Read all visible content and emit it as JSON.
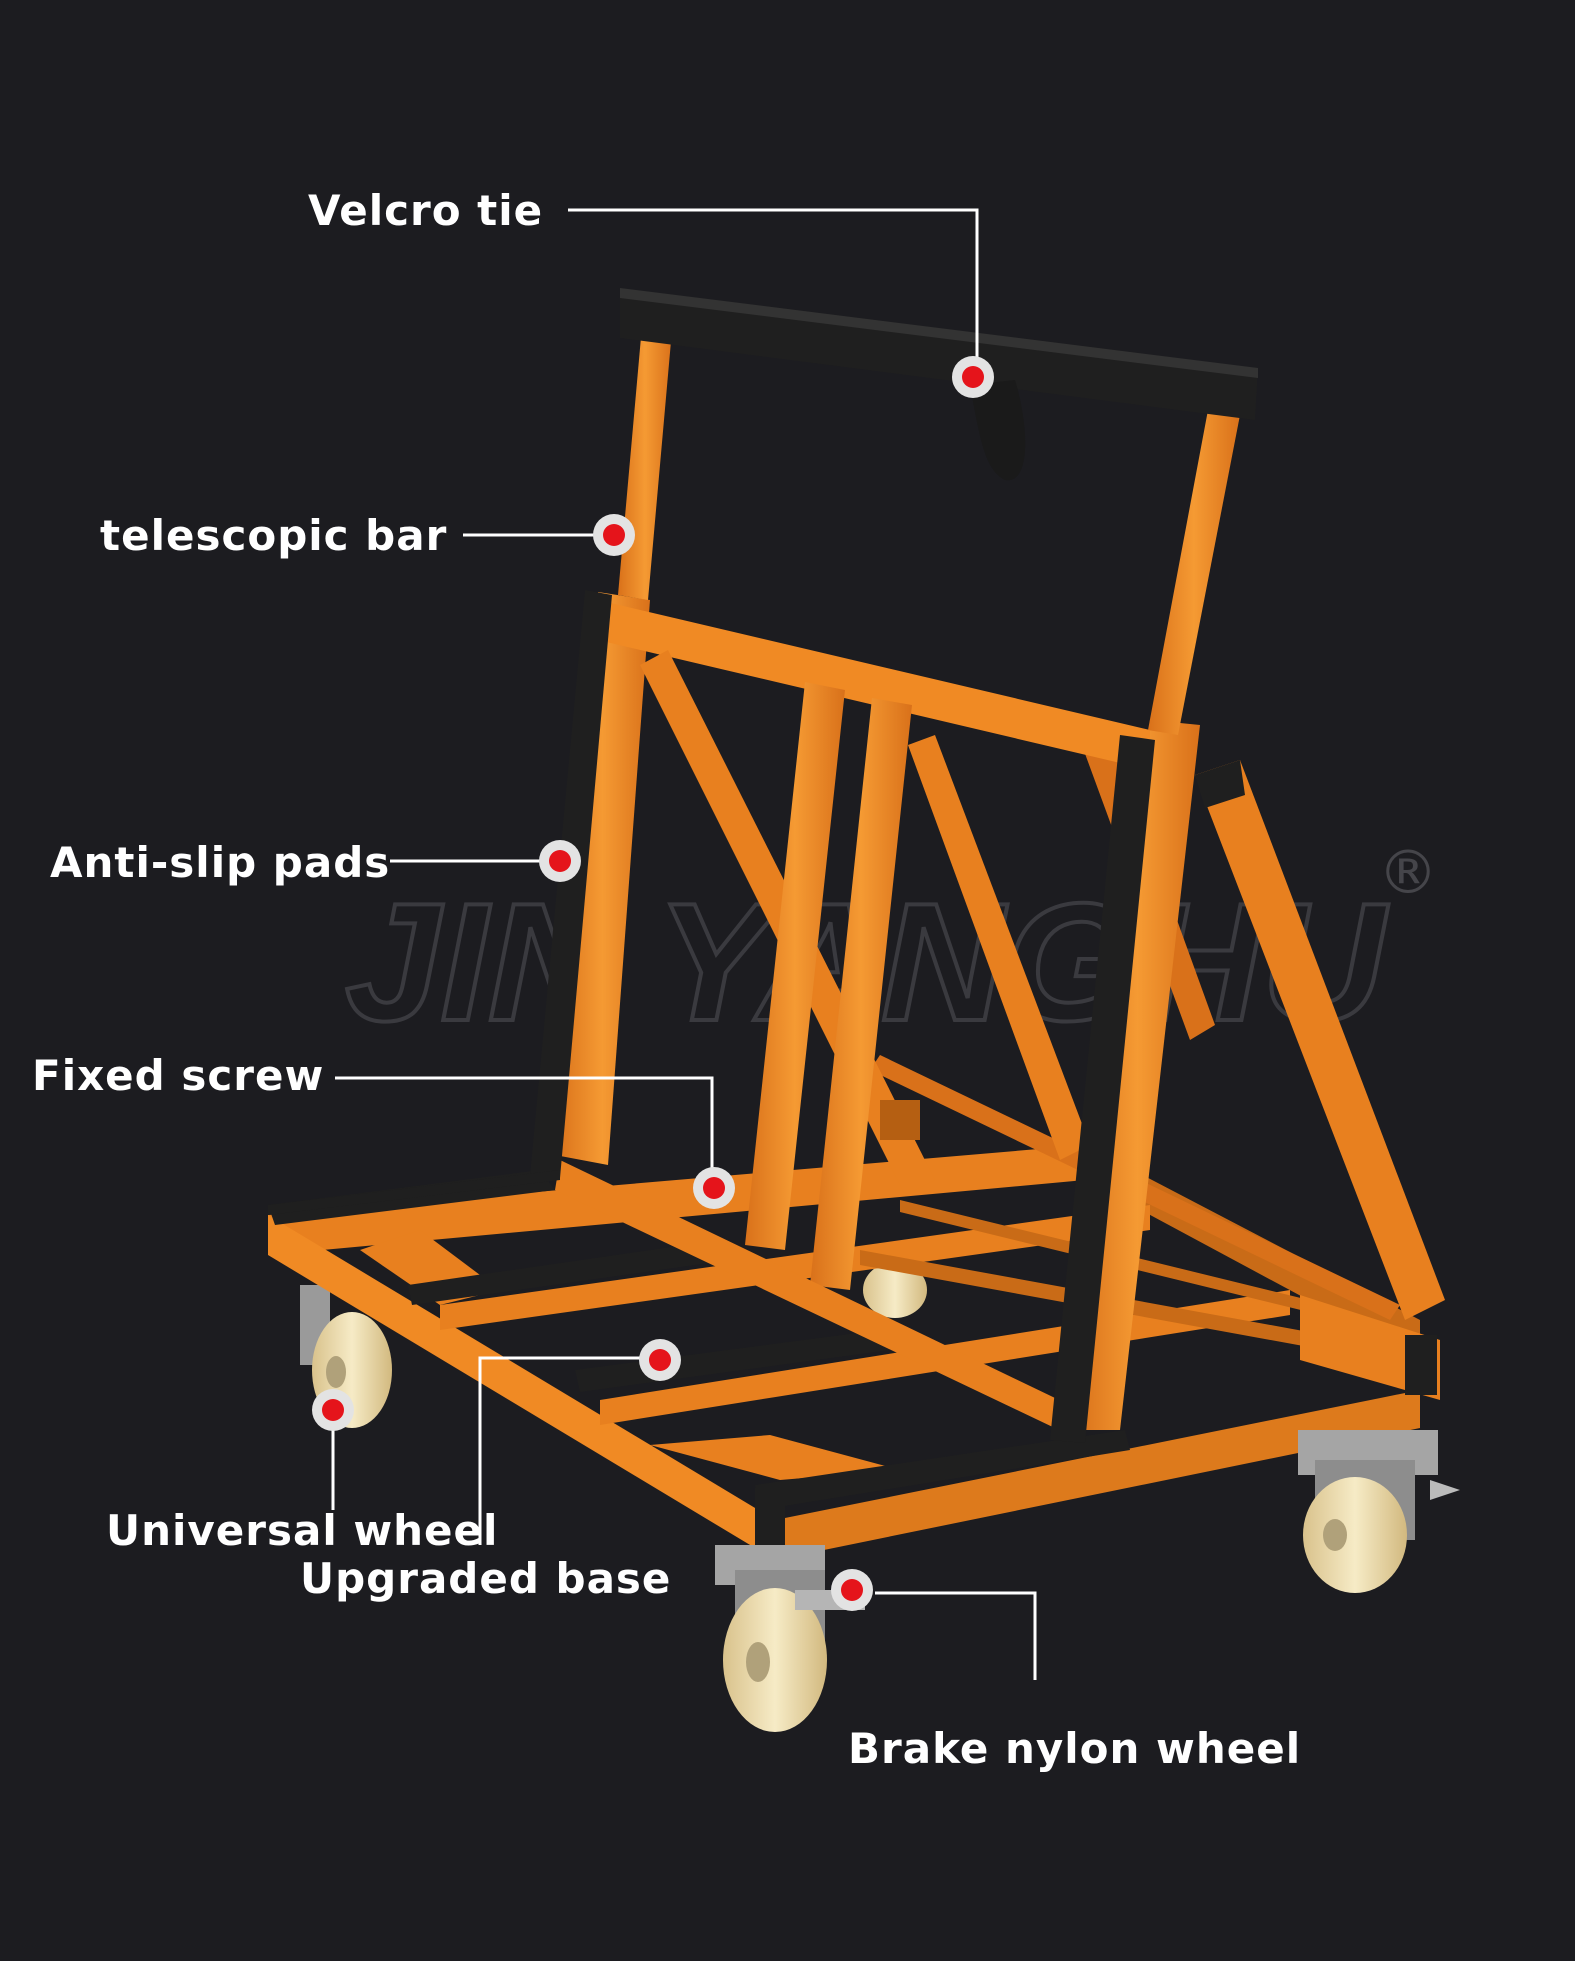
{
  "labels": {
    "velcro_tie": "Velcro tie",
    "telescopic_bar": "telescopic bar",
    "anti_slip_pads": "Anti-slip pads",
    "fixed_screw": "Fixed screw",
    "universal_wheel": "Universal wheel",
    "upgraded_base": "Upgraded base",
    "brake_nylon_wheel": "Brake nylon wheel"
  },
  "watermark": {
    "text": "JIN YANGHU",
    "registered": "®"
  },
  "colors": {
    "background": "#1c1c20",
    "frame": "#f08a24",
    "pad": "#1f1f1f",
    "wheel": "#f1e2b6",
    "marker": "#e5141b",
    "leader": "#ffffff"
  }
}
